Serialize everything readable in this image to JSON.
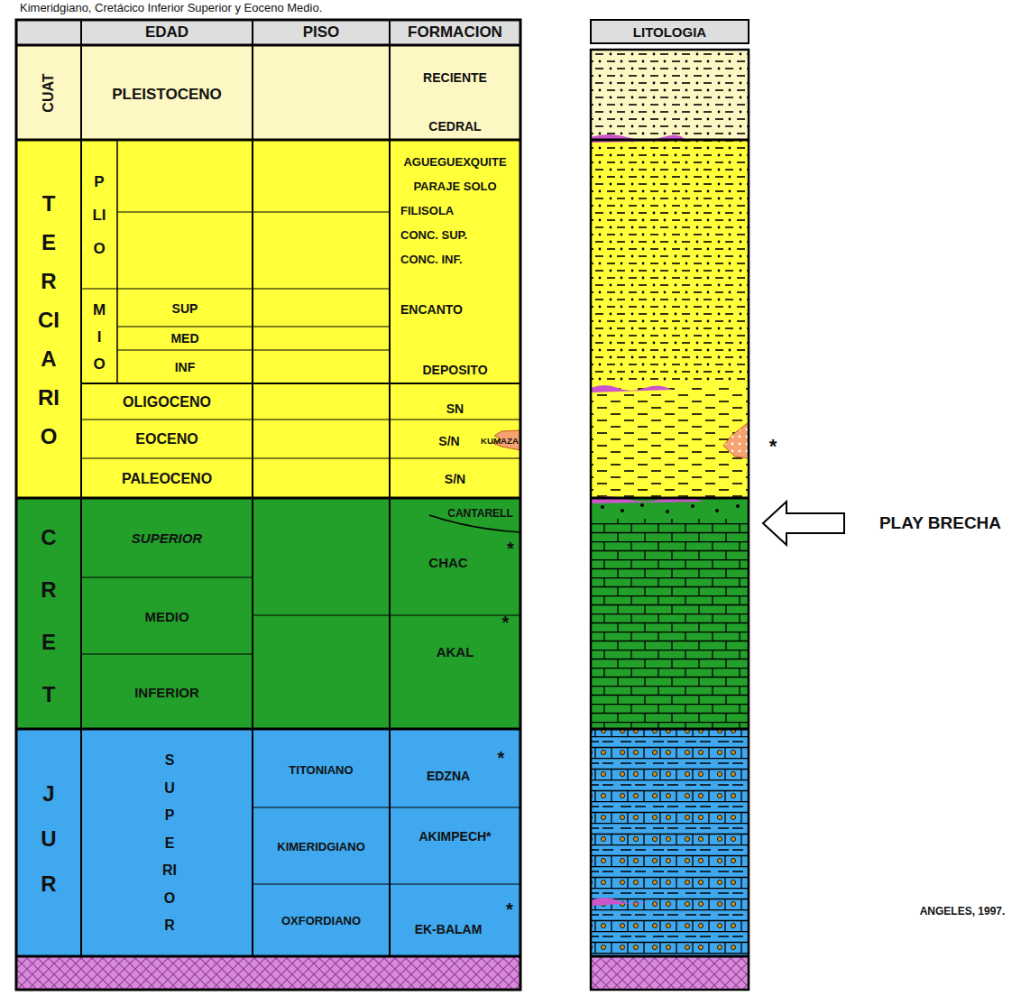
{
  "diagram": {
    "labels": [
      "Kimeridgiano, Cretácico Inferior Superior y Eoceno Medio.",
      "EDAD",
      "PISO",
      "FORMACION",
      "LITOLOGIA",
      "CUAT",
      "PLEISTOCENO",
      "RECIENTE",
      "CEDRAL",
      "TERCIARIO",
      "PLIO",
      "AGUEGUEXQUITE",
      "PARAJE SOLO",
      "FILISOLA",
      "CONC. SUP.",
      "CONC. INF.",
      "MIO",
      "SUP",
      "ENCANTO",
      "MED",
      "INF",
      "DEPOSITO",
      "OLIGOCENO",
      "SN",
      "EOCENO",
      "S/N",
      "KUMAZA",
      "*",
      "PALEOCENO",
      "S/N",
      "CRET",
      "SUPERIOR",
      "CANTARELL",
      "CHAC",
      "*",
      "PLAY BRECHA",
      "MEDIO",
      "AKAL",
      "*",
      "INFERIOR",
      "JUR",
      "SUPERIOR",
      "TITONIANO",
      "EDZNA",
      "*",
      "KIMERIDGIANO",
      "AKIMPECH*",
      "OXFORDIANO",
      "EK-BALAM",
      "*",
      "ANGELES, 1997."
    ]
  }
}
